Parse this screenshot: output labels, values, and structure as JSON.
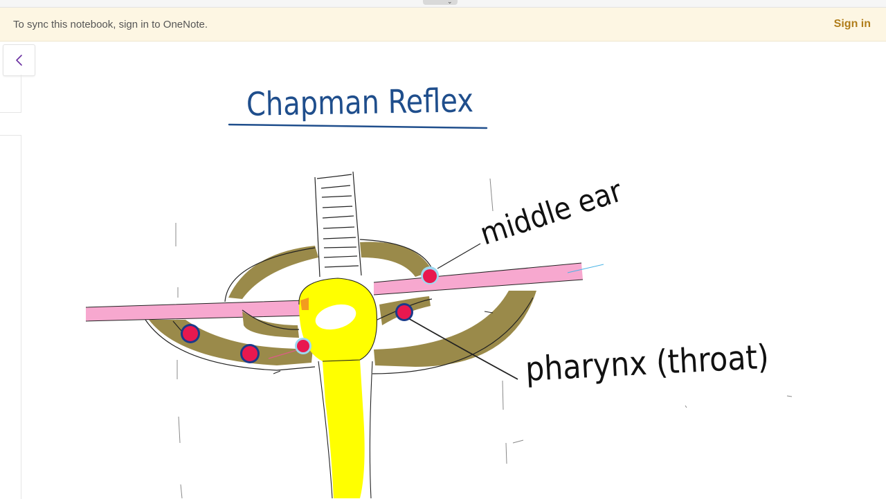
{
  "banner": {
    "message": "To sync this notebook, sign in to OneNote.",
    "sign_in_label": "Sign in"
  },
  "navigation": {
    "back_icon": "chevron-left-icon"
  },
  "note": {
    "title": "Chapman Reflex",
    "labels": {
      "middle_ear": "middle ear",
      "pharynx": "pharynx (throat)"
    }
  },
  "colors": {
    "banner_background": "#fdf6e3",
    "sign_in": "#b07d1a",
    "title_ink": "#1f4e8c",
    "yellow_structure": "#ffff00",
    "pink_band": "#f7a8cf",
    "olive_ring": "#9a8a4a",
    "reflex_point": "#e8184f",
    "reflex_outline": "#1a3a8a",
    "back_chevron": "#6a2fa0"
  }
}
